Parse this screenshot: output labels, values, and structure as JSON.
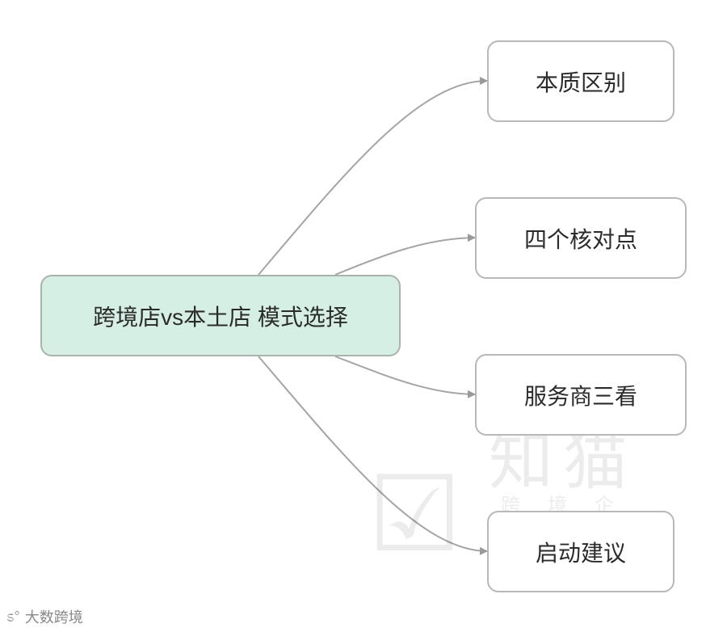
{
  "root": {
    "label": "跨境店vs本土店 模式选择",
    "fill": "#d5efe4"
  },
  "branches": [
    {
      "label": "本质区别"
    },
    {
      "label": "四个核对点"
    },
    {
      "label": "服务商三看"
    },
    {
      "label": "启动建议"
    }
  ],
  "colors": {
    "edge": "#a5a5a5",
    "arrow": "#999999"
  },
  "watermark": {
    "big": "知猫",
    "small": "跨境企服"
  },
  "footer": {
    "text": "大数跨境",
    "icon": "chat-bubble-icon"
  }
}
